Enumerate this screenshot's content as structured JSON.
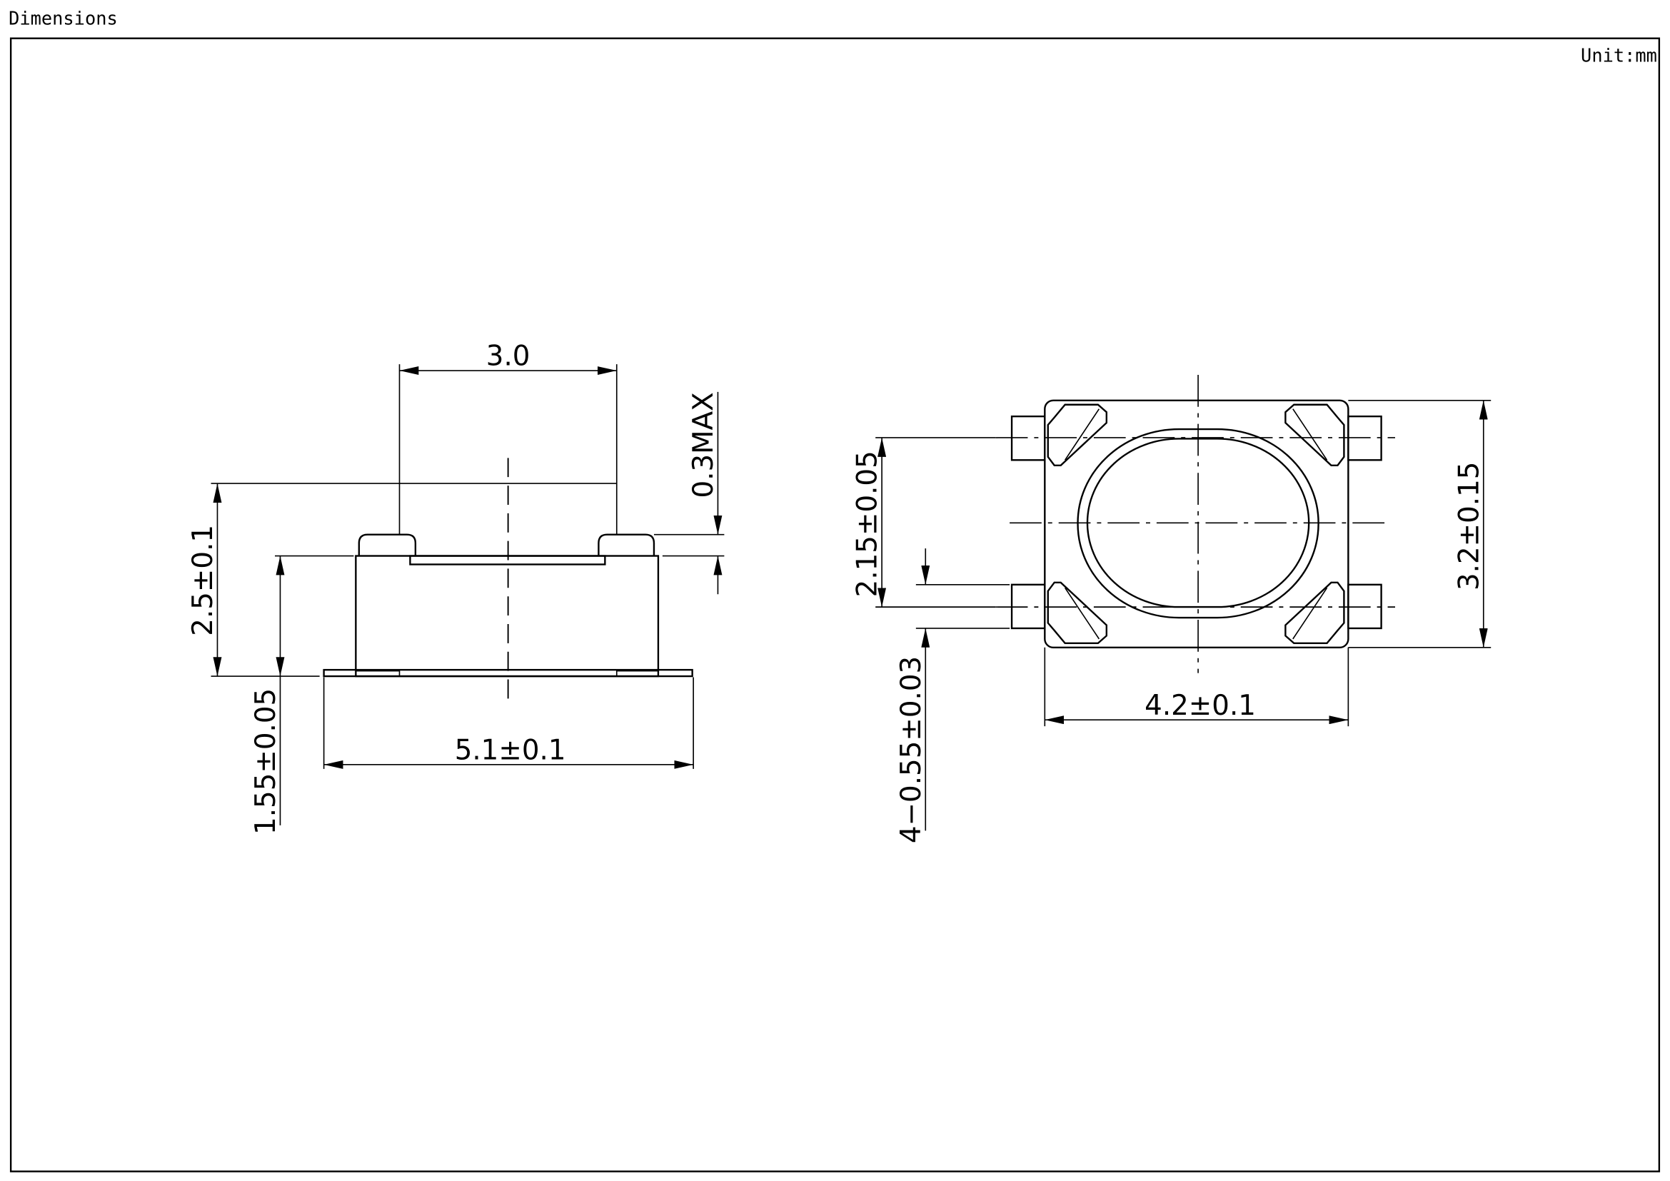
{
  "header": {
    "title": "Dimensions",
    "unit": "Unit:mm"
  },
  "side_view": {
    "dim_actuator_width": "3.0",
    "dim_total_height": "2.5±0.1",
    "dim_body_height": "1.55±0.05",
    "dim_length": "5.1±0.1",
    "dim_actuator_protrusion": "0.3MAX"
  },
  "top_view": {
    "dim_lead_pitch": "2.15±0.05",
    "dim_lead_width": "4−0.55±0.03",
    "dim_height": "3.2±0.15",
    "dim_width": "4.2±0.1"
  }
}
